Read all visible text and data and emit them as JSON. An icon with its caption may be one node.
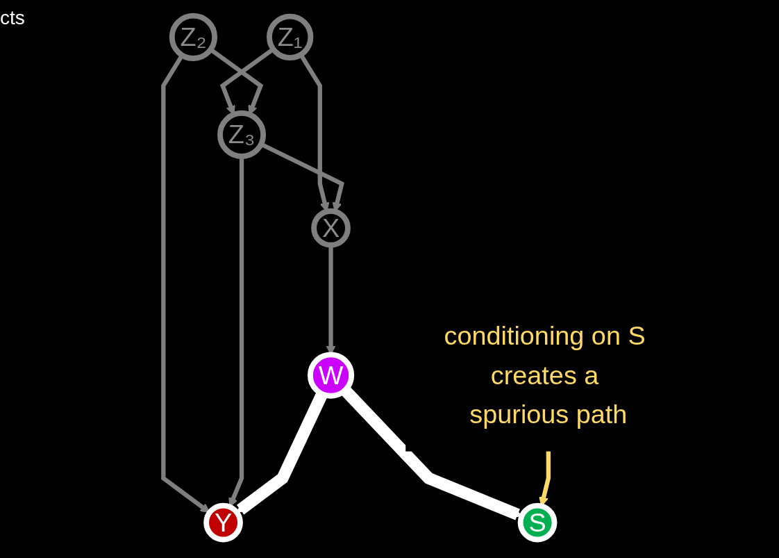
{
  "diagram": {
    "nodes": [
      {
        "text": [
          "Z₁"
        ]
      },
      {
        "text": [
          "Z₂"
        ]
      },
      {
        "text": [
          "Z₃"
        ]
      },
      {
        "text": [
          "X"
        ]
      },
      {
        "text": [
          "W"
        ]
      },
      {
        "text": [
          "Y"
        ]
      },
      {
        "text": [
          "conditioning on S creates a spurious path"
        ]
      },
      {
        "text": [
          "S"
        ]
      }
    ],
    "edges": [
      {
        "from": 0,
        "to": 3,
        "arrow": "to"
      },
      {
        "from": 0,
        "to": 2,
        "arrow": "to"
      },
      {
        "from": 1,
        "to": 2,
        "arrow": "to"
      },
      {
        "from": 1,
        "to": 5,
        "arrow": "to"
      },
      {
        "from": 2,
        "to": 3,
        "arrow": "to"
      },
      {
        "from": 2,
        "to": 5,
        "arrow": "to"
      },
      {
        "from": 3,
        "to": 4,
        "arrow": "to"
      },
      {
        "from": 4,
        "to": 5,
        "arrow": "to",
        "style": "thick",
        "color": "#ffffff"
      },
      {
        "from": 4,
        "to": 7,
        "arrow": "to",
        "style": "thick",
        "color": "#ffffff"
      },
      {
        "from": 6,
        "to": 7,
        "arrow": "to",
        "color": "#ffd966"
      }
    ],
    "labels": [
      "cts"
    ]
  }
}
